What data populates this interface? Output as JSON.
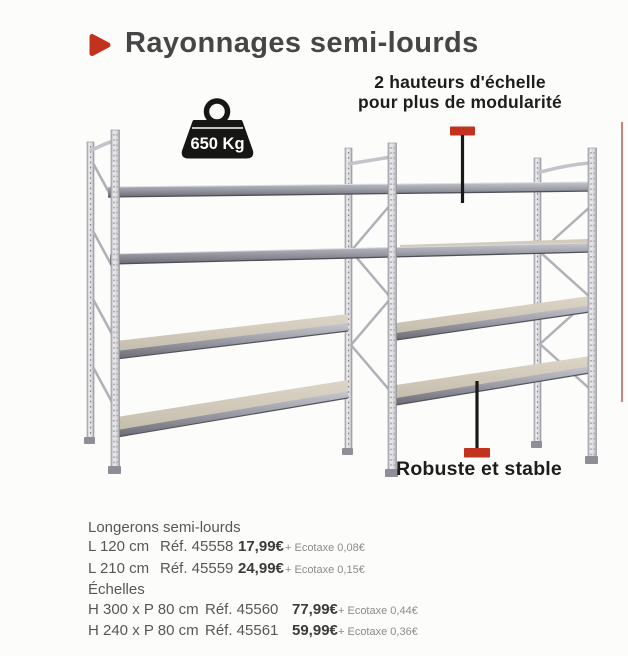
{
  "header": {
    "title": "Rayonnages semi-lourds",
    "accent_color": "#c2331f"
  },
  "figure": {
    "weight_badge": "650 Kg",
    "callout_top": {
      "line1": "2 hauteurs d'échelle",
      "line2": "pour plus de modularité"
    },
    "callout_bottom": "Robuste et stable",
    "marker_color": "#c2331f",
    "metal_color": "#9fa0a9",
    "deck_color": "#d0c8b9"
  },
  "pricing": {
    "sections": [
      {
        "title": "Longerons semi-lourds",
        "items": [
          {
            "size": "L 120 cm",
            "ref": "Réf. 45558",
            "price": "17,99€",
            "ecotaxe": "+ Ecotaxe 0,08€"
          },
          {
            "size": "L 210 cm",
            "ref": "Réf. 45559",
            "price": "24,99€",
            "ecotaxe": "+ Ecotaxe 0,15€"
          }
        ]
      },
      {
        "title": "Échelles",
        "items": [
          {
            "size": "H 300 x P 80 cm",
            "ref": "Réf. 45560",
            "price": "77,99€",
            "ecotaxe": "+ Ecotaxe 0,44€"
          },
          {
            "size": "H 240 x P 80 cm",
            "ref": "Réf. 45561",
            "price": "59,99€",
            "ecotaxe": "+ Ecotaxe 0,36€"
          }
        ]
      }
    ]
  }
}
